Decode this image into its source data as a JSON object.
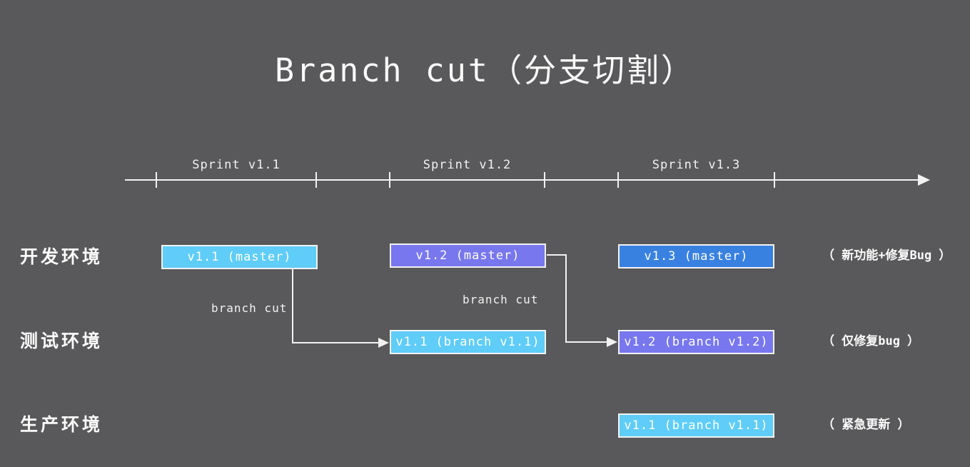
{
  "title": "Branch cut（分支切割）",
  "timeline": {
    "sprints": [
      {
        "label": "Sprint v1.1"
      },
      {
        "label": "Sprint v1.2"
      },
      {
        "label": "Sprint v1.3"
      }
    ]
  },
  "rows": [
    {
      "label": "开发环境",
      "annotation": "（ 新功能+修复Bug ）"
    },
    {
      "label": "测试环境",
      "annotation": "（ 仅修复bug ）"
    },
    {
      "label": "生产环境",
      "annotation": "（ 紧急更新 ）"
    }
  ],
  "boxes": [
    {
      "label": "v1.1 (master)",
      "row": "开发环境",
      "sprint": "Sprint v1.1",
      "color": "#5fcdf8"
    },
    {
      "label": "v1.2 (master)",
      "row": "开发环境",
      "sprint": "Sprint v1.2",
      "color": "#7877ee"
    },
    {
      "label": "v1.3 (master)",
      "row": "开发环境",
      "sprint": "Sprint v1.3",
      "color": "#3981e0"
    },
    {
      "label": "v1.1 (branch v1.1)",
      "row": "测试环境",
      "sprint": "Sprint v1.2",
      "color": "#5fcdf8"
    },
    {
      "label": "v1.2 (branch v1.2)",
      "row": "测试环境",
      "sprint": "Sprint v1.3",
      "color": "#7877ee"
    },
    {
      "label": "v1.1 (branch v1.1)",
      "row": "生产环境",
      "sprint": "Sprint v1.3",
      "color": "#5fcdf8"
    }
  ],
  "arrows": [
    {
      "label": "branch cut",
      "from": "v1.1 (master)",
      "to": "v1.1 (branch v1.1)"
    },
    {
      "label": "branch cut",
      "from": "v1.2 (master)",
      "to": "v1.2 (branch v1.2)"
    }
  ],
  "colors": {
    "background": "#59595b",
    "stroke": "#f2f2f2",
    "box_light_blue": "#5fcdf8",
    "box_purple": "#7877ee",
    "box_blue": "#3981e0"
  }
}
